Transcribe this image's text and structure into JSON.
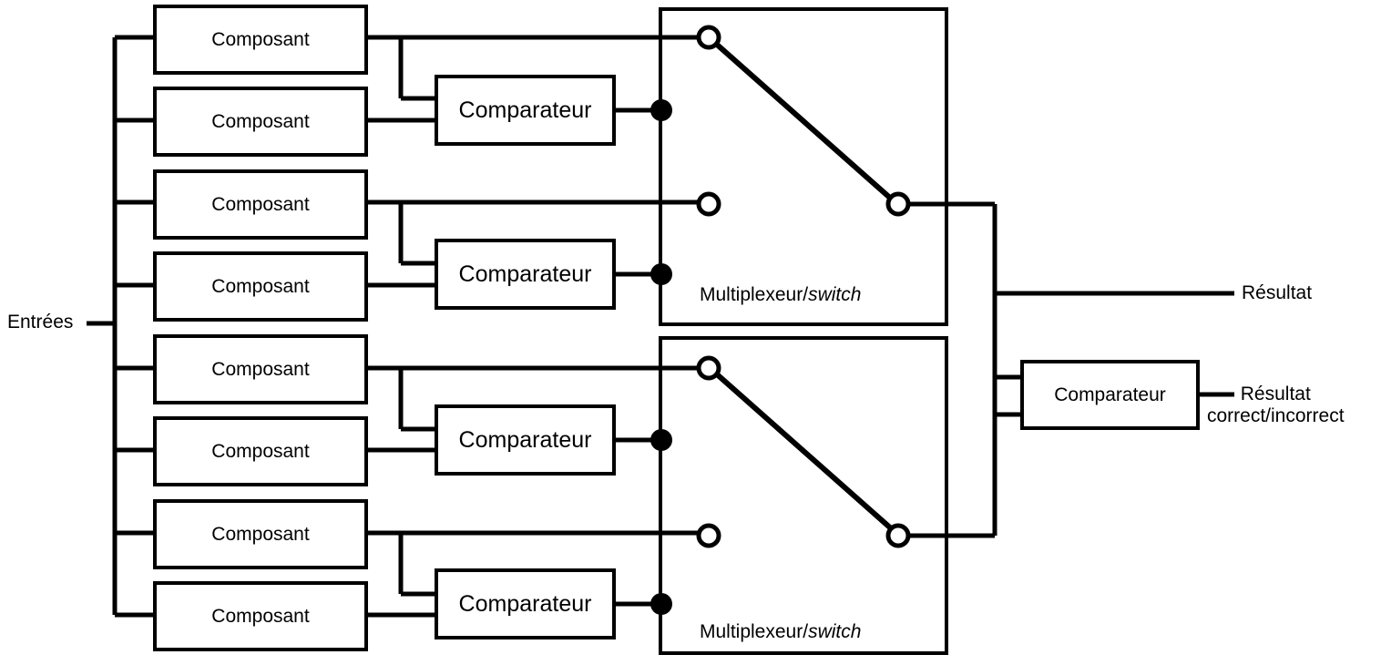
{
  "diagram": {
    "title_text_language": "fr",
    "input_label": "Entrées",
    "component_label": "Composant",
    "comparator_label": "Comparateur",
    "mux_label_main": "Multiplexeur/",
    "mux_label_italic": "switch",
    "result_label": "Résultat",
    "result_correct_line1": "Résultat",
    "result_correct_line2": "correct/incorrect",
    "colors": {
      "stroke": "#000000",
      "fill": "#ffffff",
      "text": "#000000"
    },
    "components": [
      {
        "label": "Composant"
      },
      {
        "label": "Composant"
      },
      {
        "label": "Composant"
      },
      {
        "label": "Composant"
      },
      {
        "label": "Composant"
      },
      {
        "label": "Composant"
      },
      {
        "label": "Composant"
      },
      {
        "label": "Composant"
      }
    ],
    "comparators_stage1": [
      {
        "label": "Comparateur"
      },
      {
        "label": "Comparateur"
      },
      {
        "label": "Comparateur"
      },
      {
        "label": "Comparateur"
      }
    ],
    "multiplexers": [
      {
        "label_main": "Multiplexeur/",
        "label_italic": "switch"
      },
      {
        "label_main": "Multiplexeur/",
        "label_italic": "switch"
      }
    ],
    "final_comparator": {
      "label": "Comparateur"
    },
    "outputs": [
      {
        "label": "Résultat"
      },
      {
        "label_line1": "Résultat",
        "label_line2": "correct/incorrect"
      }
    ]
  }
}
